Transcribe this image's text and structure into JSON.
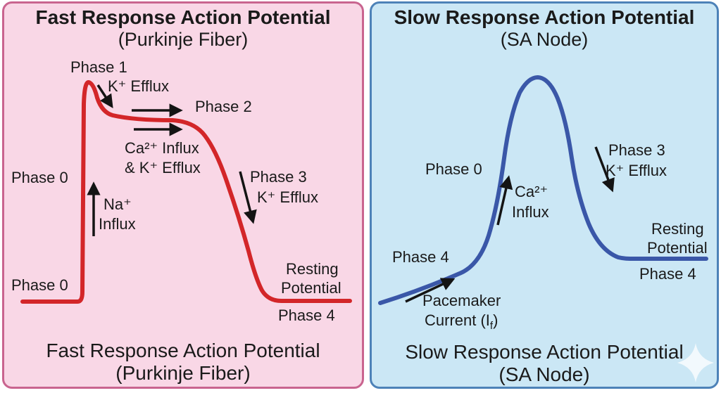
{
  "colors": {
    "canvas_bg": "#ffffff",
    "fast_panel_bg": "#f9d7e6",
    "fast_panel_border": "#c9648f",
    "slow_panel_bg": "#cbe7f5",
    "slow_panel_border": "#4d82b8",
    "fast_curve": "#d32629",
    "slow_curve": "#3a57a8",
    "arrow": "#141414",
    "text": "#1a1a1a",
    "sparkle": "#ffffff"
  },
  "fast_panel": {
    "title": "Fast Response Action Potential",
    "subtitle": "(Purkinje Fiber)",
    "caption_line1": "Fast Response Action Potential",
    "caption_line2": "(Purkinje Fiber)",
    "labels": {
      "phase1": "Phase 1",
      "phase1_ion": "K⁺ Efflux",
      "phase2": "Phase 2",
      "phase2_ion_line1": "Ca²⁺ Influx",
      "phase2_ion_line2": "& K⁺ Efflux",
      "phase0_upper": "Phase 0",
      "phase0_ion_line1": "Na⁺",
      "phase0_ion_line2": "Influx",
      "phase3": "Phase 3",
      "phase3_ion": "K⁺ Efflux",
      "phase0_lower": "Phase 0",
      "resting_line1": "Resting",
      "resting_line2": "Potential",
      "phase4": "Phase 4"
    }
  },
  "slow_panel": {
    "title": "Slow Response Action Potential",
    "subtitle": "(SA Node)",
    "caption_line1": "Slow Response Action Potential",
    "caption_line2": "(SA Node)",
    "labels": {
      "phase0": "Phase 0",
      "phase0_ion_line1": "Ca²⁺",
      "phase0_ion_line2": "Influx",
      "phase3": "Phase 3",
      "phase3_ion": "K⁺ Efflux",
      "phase4_left": "Phase 4",
      "pacemaker_line1": "Pacemaker",
      "pacemaker_line2_pre": "Current (I",
      "pacemaker_line2_sub": "f",
      "pacemaker_line2_post": ")",
      "resting_line1": "Resting",
      "resting_line2": "Potential",
      "phase4_right": "Phase 4"
    }
  }
}
